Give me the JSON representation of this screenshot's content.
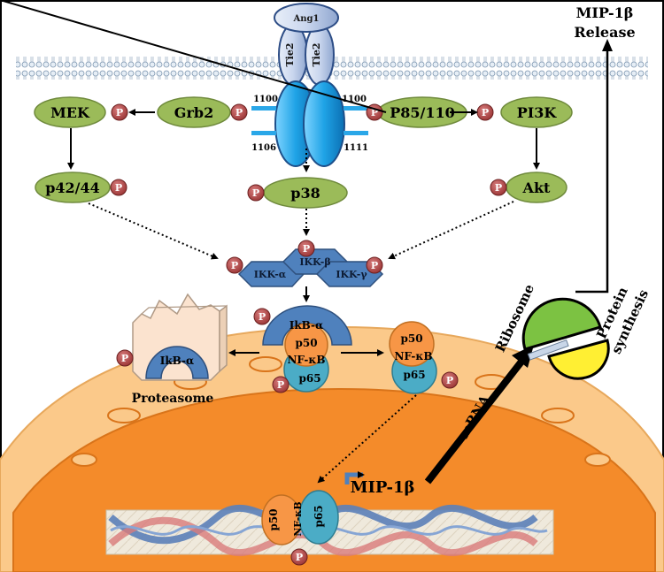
{
  "labels": {
    "ang1": "Ang1",
    "tie2_left": "Tie2",
    "tie2_right": "Tie2",
    "site_1100_left": "1100",
    "site_1100_right": "1100",
    "site_1106": "1106",
    "site_1111": "1111",
    "mek": "MEK",
    "grb2": "Grb2",
    "p85_110": "P85/110",
    "pi3k": "PI3K",
    "p42_44": "p42/44",
    "p38": "p38",
    "akt": "Akt",
    "ikk_alpha": "IKK-α",
    "ikk_beta": "IKK-β",
    "ikk_gamma": "IKK-γ",
    "ikb_alpha_complex": "IkB-α",
    "ikb_alpha_proteasome": "IkB-α",
    "p50_complex": "p50",
    "nfkb_complex": "NF-κB",
    "p65_complex": "p65",
    "p50_free": "p50",
    "nfkb_free": "NF-κB",
    "p65_free": "p65",
    "proteasome": "Proteasome",
    "mip_release_line1": "MIP-1β",
    "mip_release_line2": "Release",
    "ribosome": "Ribosome",
    "protein_line1": "Protein",
    "protein_line2": "synthesis",
    "mrna": "mRNA",
    "mip_gene": "MIP-1β",
    "p50_dna": "p50",
    "nfkb_dna": "NF-κB",
    "p65_dna": "p65",
    "phospho": "P"
  },
  "colors": {
    "green_protein": "#9bbb59",
    "ikk_blue": "#4f81bd",
    "p50_orange": "#f79646",
    "p65_teal": "#4bacc6",
    "phospho_red": "#b84a4a",
    "receptor_blue": "#2aa7e8",
    "nucleus_orange": "#f48b2a",
    "cytoplasm_cream": "#fbc98a"
  }
}
